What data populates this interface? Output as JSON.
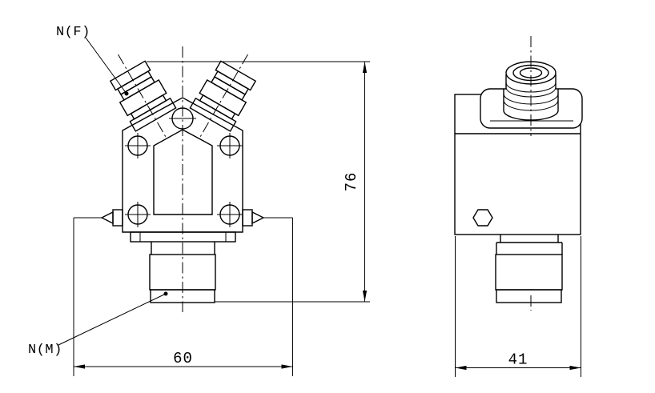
{
  "front_view": {
    "connector_female_label": "N(F)",
    "connector_male_label": "N(M)",
    "width_dim": "60",
    "height_dim": "76"
  },
  "side_view": {
    "depth_dim": "41"
  },
  "colors": {
    "line": "#000000",
    "background": "#ffffff"
  }
}
